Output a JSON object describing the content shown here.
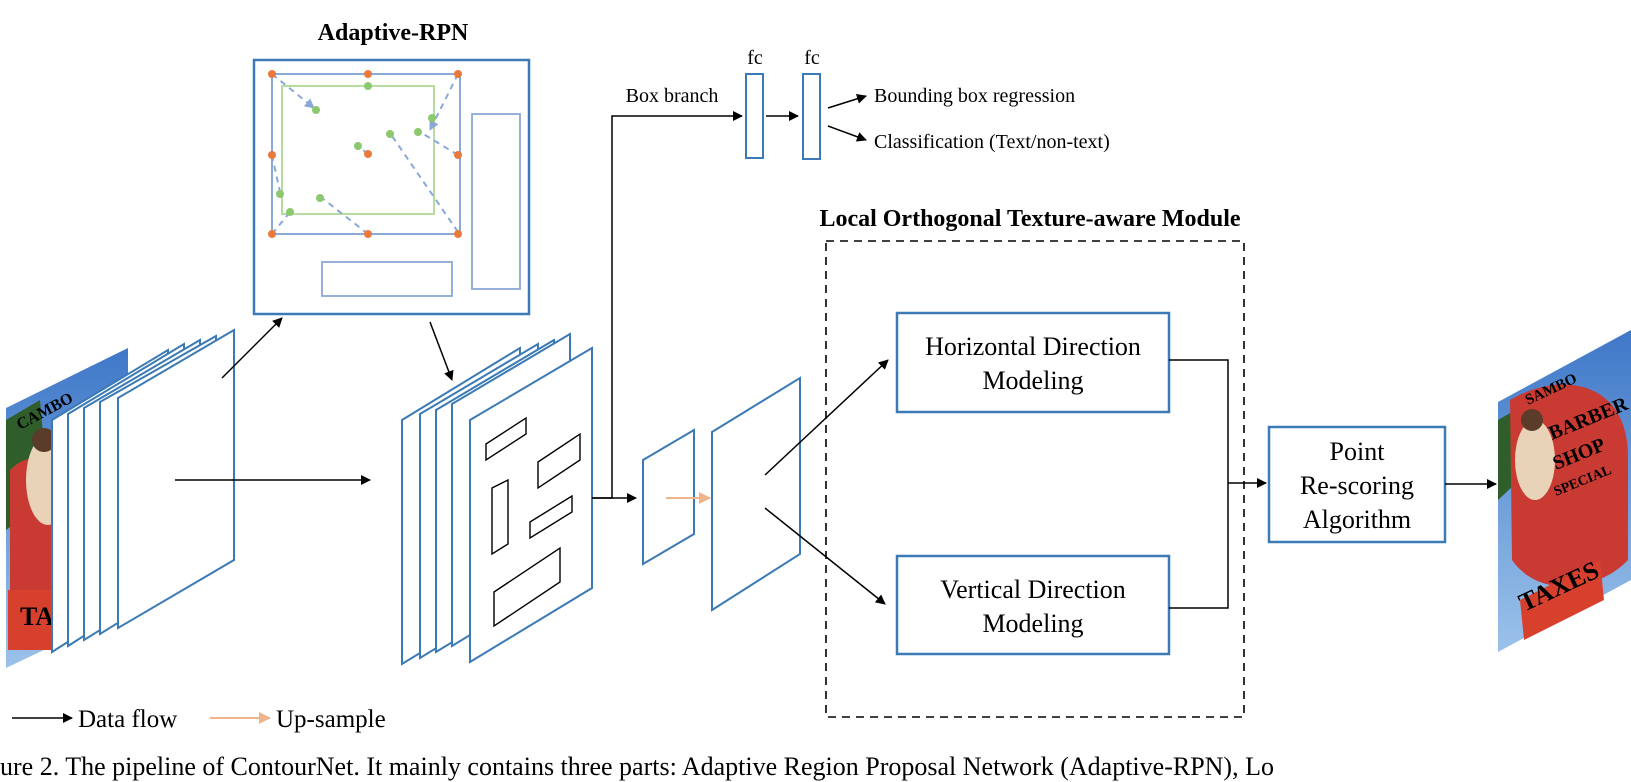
{
  "titles": {
    "adaptive_rpn": "Adaptive-RPN",
    "lotm": "Local Orthogonal Texture-aware Module"
  },
  "box_branch": {
    "label": "Box branch",
    "fc1": "fc",
    "fc2": "fc",
    "out1": "Bounding box regression",
    "out2": "Classification (Text/non-text)"
  },
  "modules": {
    "horizontal": [
      "Horizontal Direction",
      "Modeling"
    ],
    "vertical": [
      "Vertical Direction",
      "Modeling"
    ],
    "rescoring": [
      "Point",
      "Re-scoring",
      "Algorithm"
    ]
  },
  "legend": {
    "data_flow": "Data flow",
    "up_sample": "Up-sample"
  },
  "photo_sign": {
    "input_words": [
      "CAMBO",
      "TA"
    ],
    "output_words": [
      "SAMBO",
      "BARBER",
      "SHOP",
      "SPECIAL",
      "TAXES"
    ]
  },
  "caption": "ure 2.   The pipeline of ContourNet.  It mainly contains three parts:  Adaptive Region Proposal Network (Adaptive-RPN), Lo",
  "colors": {
    "blue": "#3b7ab5",
    "light_blue": "#8aa8d8",
    "green": "#b8dca0",
    "orange": "#e87a3c",
    "green_dot": "#8cc86e",
    "upsample": "#f0b48c"
  }
}
